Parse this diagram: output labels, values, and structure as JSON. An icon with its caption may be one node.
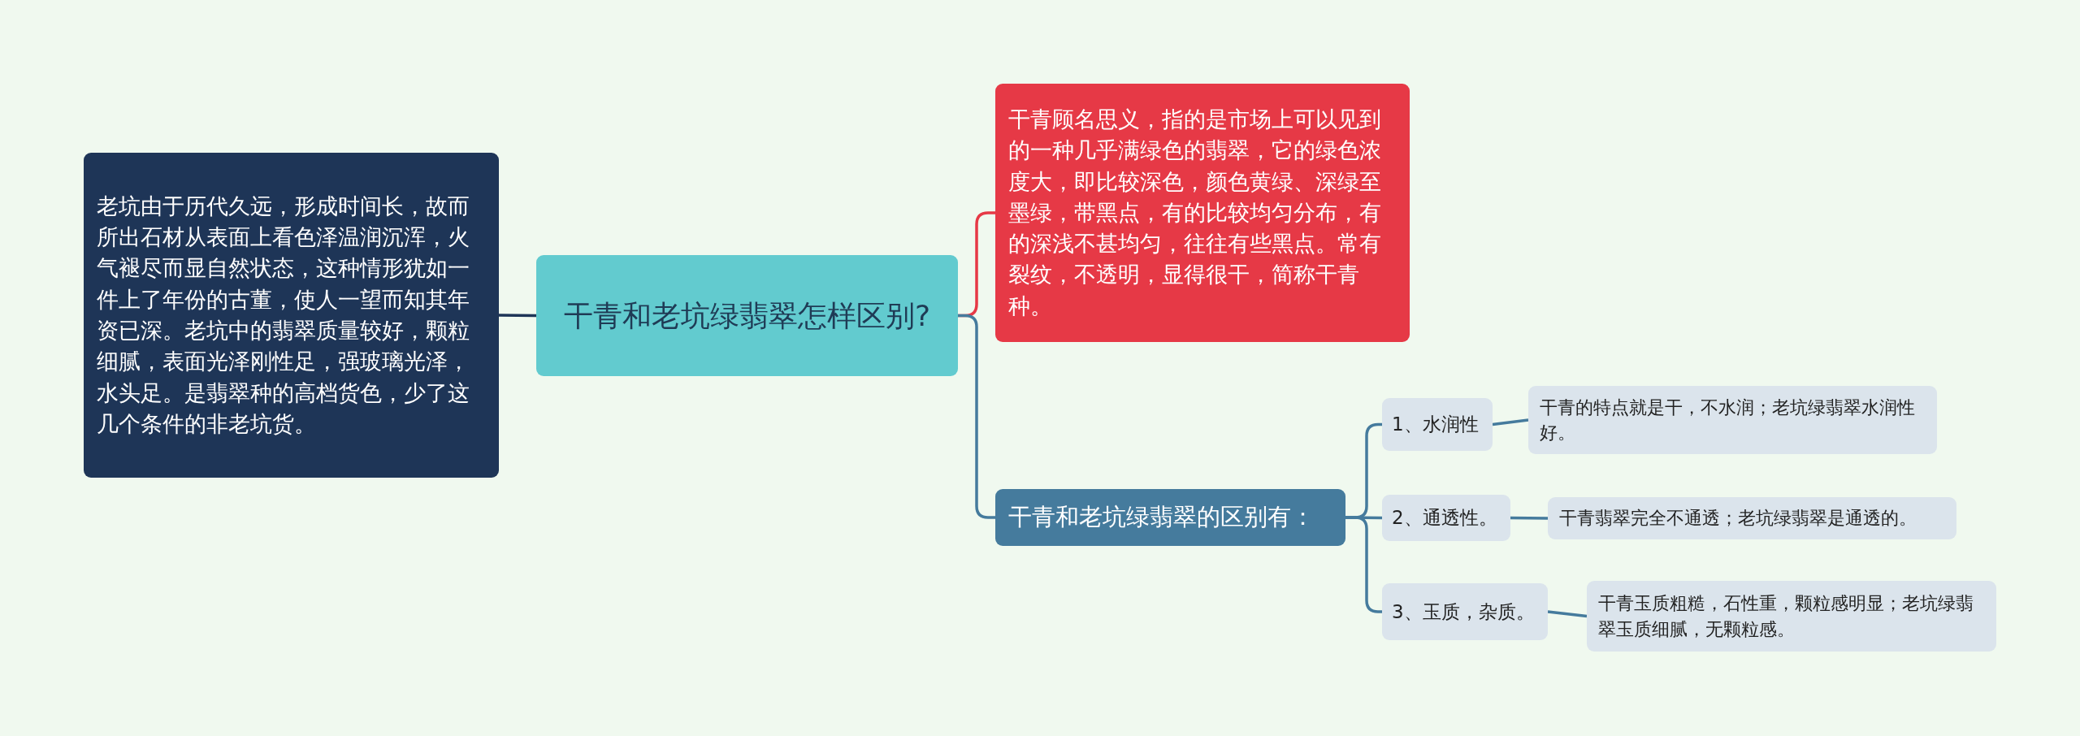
{
  "diagram": {
    "nodes": [
      {
        "text": [
          "干青和老坑绿翡翠怎样区别?"
        ]
      },
      {
        "text": [
          "老坑由于历代久远，形成时间长，故而所出石材从表面上看色泽温润沉浑，火气褪尽而显自然状态，这种情形犹如一件上了年份的古董，使人一望而知其年资已深。老坑中的翡翠质量较好，颗粒细腻，表面光泽刚性足，强玻璃光泽，水头足。是翡翠种的高档货色，少了这几个条件的非老坑货。"
        ]
      },
      {
        "text": [
          "干青顾名思义，指的是市场上可以见到的一种几乎满绿色的翡翠，它的绿色浓度大，即比较深色，颜色黄绿、深绿至墨绿，带黑点，有的比较均匀分布，有的深浅不甚均匀，往往有些黑点。常有裂纹，不透明，显得很干，简称干青种。"
        ]
      },
      {
        "text": [
          "干青和老坑绿翡翠的区别有："
        ]
      },
      {
        "text": [
          "1、水润性"
        ]
      },
      {
        "text": [
          "干青的特点就是干，不水润；老坑绿翡翠水润性好。"
        ]
      },
      {
        "text": [
          "2、通透性。"
        ]
      },
      {
        "text": [
          "干青翡翠完全不通透；老坑绿翡翠是通透的。"
        ]
      },
      {
        "text": [
          "3、玉质，杂质。"
        ]
      },
      {
        "text": [
          "干青玉质粗糙，石性重，颗粒感明显；老坑绿翡翠玉质细腻，无颗粒感。"
        ]
      }
    ],
    "edges": [
      {
        "from": 0,
        "to": 1,
        "arrow": "none",
        "color": "#1e3557"
      },
      {
        "from": 0,
        "to": 2,
        "arrow": "none",
        "color": "#e63946"
      },
      {
        "from": 0,
        "to": 3,
        "arrow": "none"
      },
      {
        "from": 3,
        "to": 4,
        "arrow": "none"
      },
      {
        "from": 3,
        "to": 6,
        "arrow": "none"
      },
      {
        "from": 3,
        "to": 8,
        "arrow": "none"
      },
      {
        "from": 4,
        "to": 5,
        "arrow": "none"
      },
      {
        "from": 6,
        "to": 7,
        "arrow": "none"
      },
      {
        "from": 8,
        "to": 9,
        "arrow": "none"
      }
    ]
  }
}
